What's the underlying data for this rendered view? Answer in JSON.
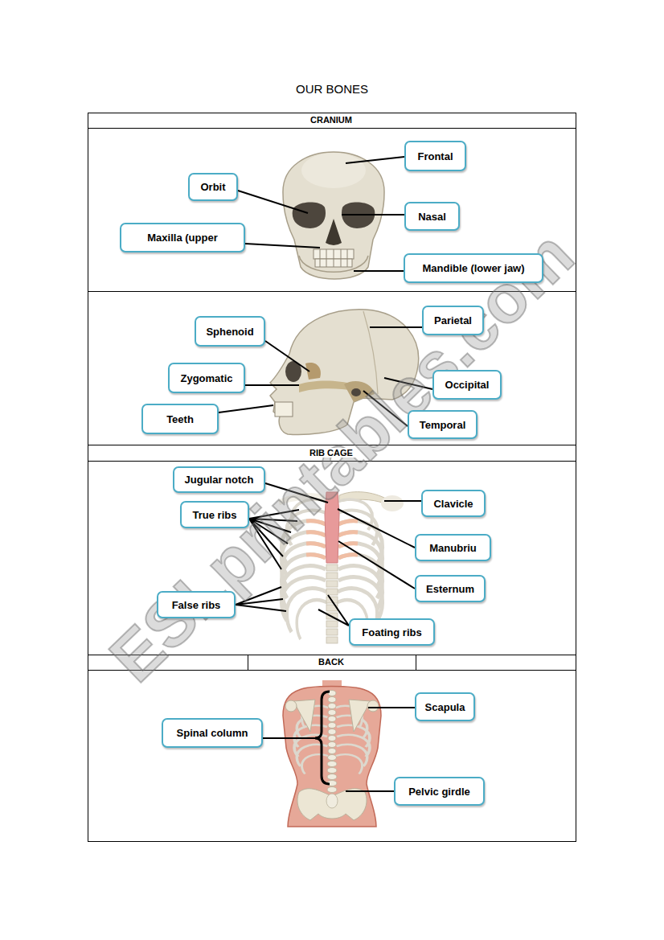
{
  "diagram": {
    "title": "OUR BONES",
    "nodes": [
      {
        "text": [
          "Frontal"
        ]
      },
      {
        "text": [
          "Orbit"
        ]
      },
      {
        "text": [
          "Nasal"
        ]
      },
      {
        "text": [
          "Maxilla (upper"
        ]
      },
      {
        "text": [
          "Mandible (lower jaw)"
        ]
      },
      {
        "text": [
          "Parietal"
        ]
      },
      {
        "text": [
          "Sphenoid"
        ]
      },
      {
        "text": [
          "Zygomatic"
        ]
      },
      {
        "text": [
          "Occipital"
        ]
      },
      {
        "text": [
          "Teeth"
        ]
      },
      {
        "text": [
          "Temporal"
        ]
      },
      {
        "text": [
          "Jugular notch"
        ]
      },
      {
        "text": [
          "True ribs"
        ]
      },
      {
        "text": [
          "Clavicle"
        ]
      },
      {
        "text": [
          "Manubriu"
        ]
      },
      {
        "text": [
          "Esternum"
        ]
      },
      {
        "text": [
          "False ribs"
        ]
      },
      {
        "text": [
          "Foating ribs"
        ]
      },
      {
        "text": [
          "Scapula"
        ]
      },
      {
        "text": [
          "Spinal column"
        ]
      },
      {
        "text": [
          "Pelvic girdle"
        ]
      }
    ],
    "edges": [],
    "labels": [
      "CRANIUM",
      "RIB CAGE",
      "BACK",
      "ESLprintables.com"
    ]
  }
}
